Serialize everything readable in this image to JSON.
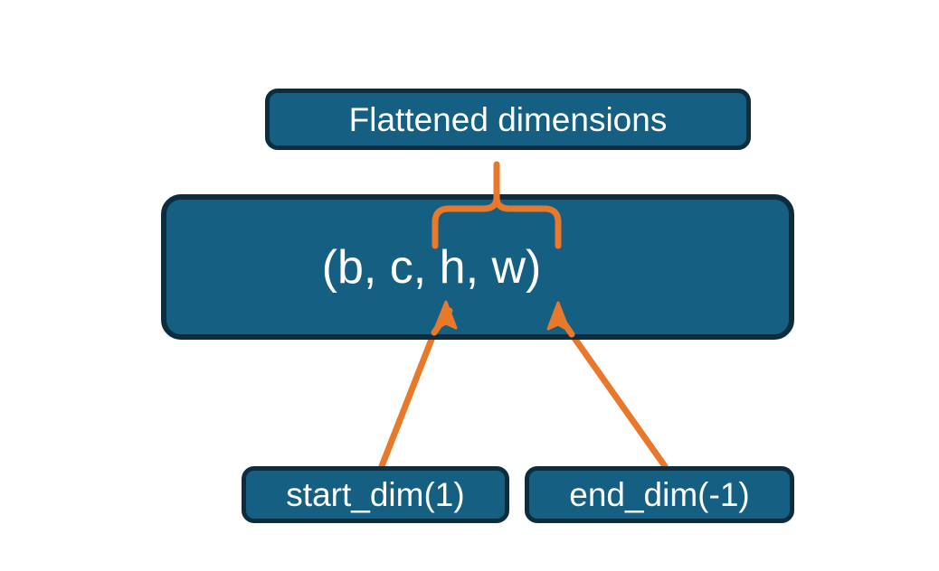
{
  "diagram": {
    "title_node": {
      "label": "Flattened dimensions"
    },
    "shape_node": {
      "label": "(b, c, h, w)"
    },
    "start_node": {
      "label": "start_dim(1)"
    },
    "end_node": {
      "label": "end_dim(-1)"
    },
    "connectors": {
      "brace_name": "curly-brace-up",
      "start_arrow_name": "start-dim-arrow",
      "end_arrow_name": "end-dim-arrow"
    },
    "colors": {
      "box_fill": "#156082",
      "box_border": "#0d2d3f",
      "accent": "#E8792B",
      "text": "#ffffff",
      "background": "#ffffff"
    }
  }
}
